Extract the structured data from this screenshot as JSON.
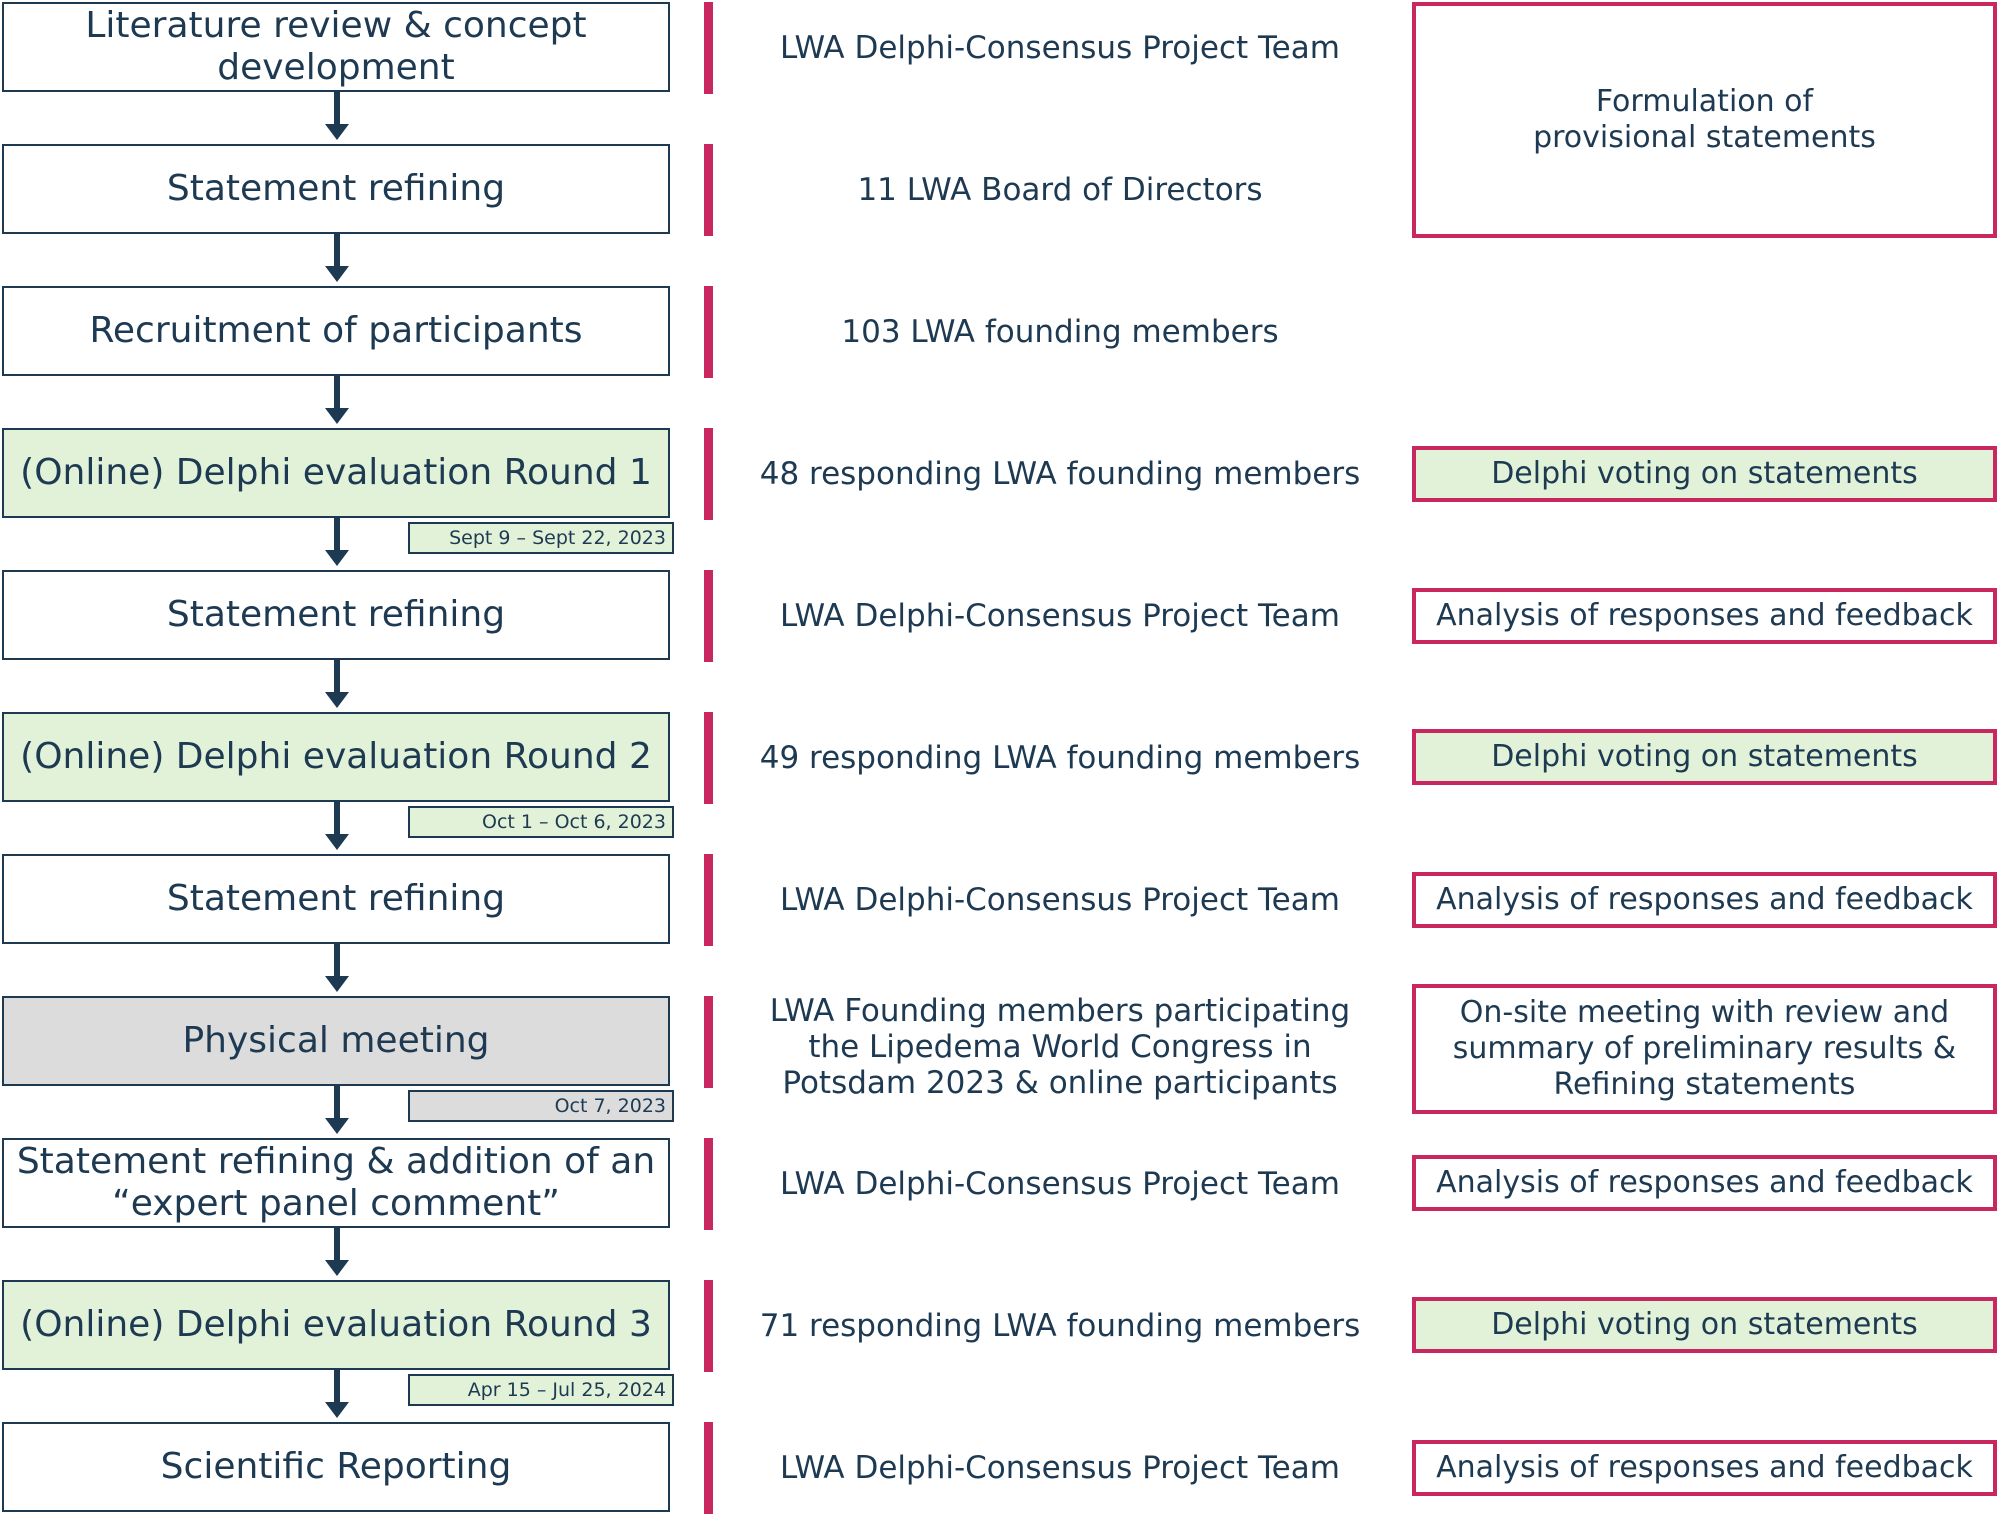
{
  "steps": [
    {
      "label": "Literature review & concept\ndevelopment",
      "style": "white",
      "participants": "LWA Delphi-Consensus Project Team"
    },
    {
      "label": "Statement refining",
      "style": "white",
      "participants": "11 LWA Board of Directors"
    },
    {
      "label": "Recruitment of participants",
      "style": "white",
      "participants": "103 LWA founding members"
    },
    {
      "label": "(Online) Delphi evaluation Round 1",
      "style": "green",
      "participants": "48 responding LWA founding members",
      "date": "Sept 9 – Sept 22, 2023"
    },
    {
      "label": "Statement refining",
      "style": "white",
      "participants": "LWA Delphi-Consensus Project Team"
    },
    {
      "label": "(Online) Delphi evaluation Round 2",
      "style": "green",
      "participants": "49 responding LWA founding members",
      "date": "Oct 1 – Oct 6, 2023"
    },
    {
      "label": "Statement refining",
      "style": "white",
      "participants": "LWA Delphi-Consensus Project Team"
    },
    {
      "label": "Physical meeting",
      "style": "grey",
      "participants": "LWA Founding members participating\nthe Lipedema World Congress in\nPotsdam 2023 & online participants",
      "date": "Oct 7, 2023"
    },
    {
      "label": "Statement refining & addition of an\n“expert panel comment”",
      "style": "white",
      "participants": "LWA Delphi-Consensus Project Team"
    },
    {
      "label": "(Online) Delphi evaluation Round 3",
      "style": "green",
      "participants": "71 responding LWA founding members",
      "date": "Apr 15 – Jul 25, 2024"
    },
    {
      "label": "Scientific Reporting",
      "style": "white",
      "participants": "LWA Delphi-Consensus Project Team"
    }
  ],
  "activities": [
    {
      "label": "Formulation of\nprovisional statements",
      "style": "white"
    },
    {
      "label": "Delphi voting on statements",
      "style": "green"
    },
    {
      "label": "Analysis of responses and feedback",
      "style": "white"
    },
    {
      "label": "Delphi voting on statements",
      "style": "green"
    },
    {
      "label": "Analysis of responses and feedback",
      "style": "white"
    },
    {
      "label": "On-site meeting with review and\nsummary of preliminary results &\nRefining statements",
      "style": "white"
    },
    {
      "label": "Analysis of responses and feedback",
      "style": "white"
    },
    {
      "label": "Delphi voting on statements",
      "style": "green"
    },
    {
      "label": "Analysis of responses and feedback",
      "style": "white"
    }
  ],
  "colors": {
    "navy": "#1e3a52",
    "magenta": "#c9275f",
    "green": "#e2f2d9",
    "grey": "#dcdcdc"
  }
}
